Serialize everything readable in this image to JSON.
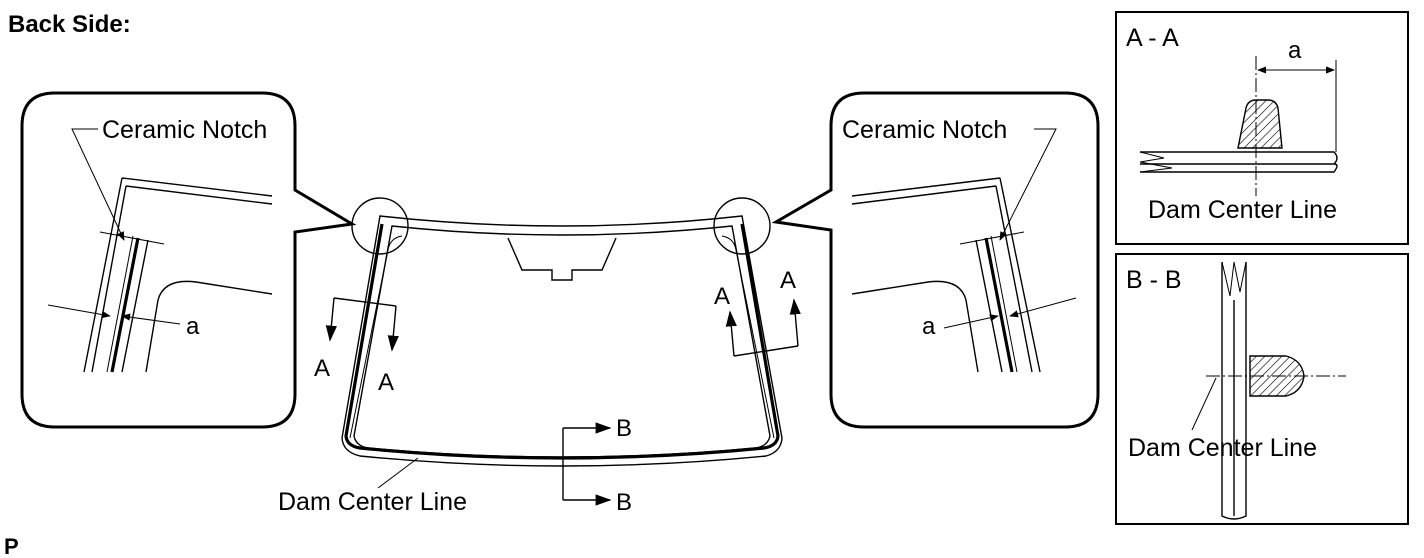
{
  "title": "Back Side:",
  "labels": {
    "ceramic_notch": "Ceramic Notch",
    "dim_a": "a",
    "dam_center_line": "Dam Center Line",
    "section_a": "A",
    "section_b": "B"
  },
  "detail_aa": {
    "title": "A - A",
    "dim": "a",
    "label": "Dam Center Line"
  },
  "detail_bb": {
    "title": "B - B",
    "label": "Dam Center Line"
  },
  "code": "P"
}
